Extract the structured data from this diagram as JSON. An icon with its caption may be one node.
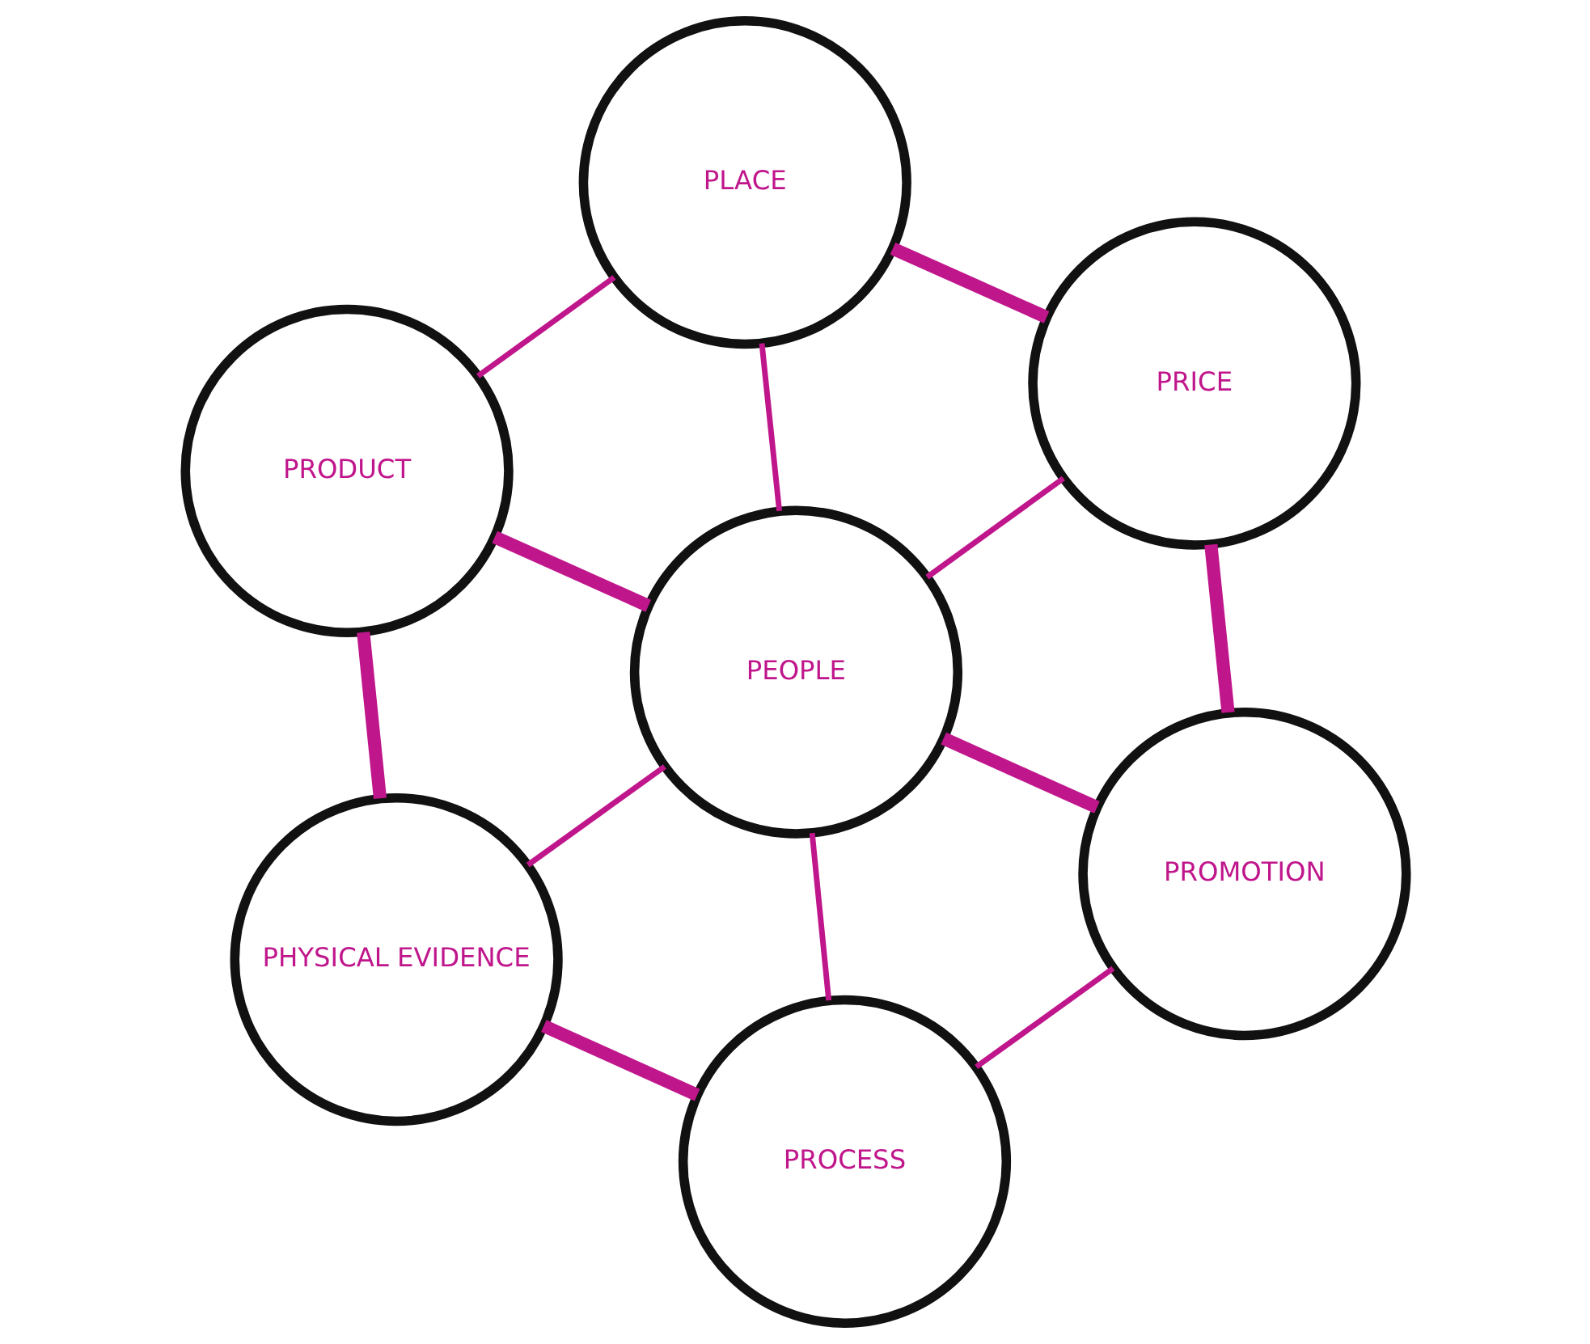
{
  "diagram": {
    "nodes": [
      {
        "text": [
          "PLACE"
        ]
      },
      {
        "text": [
          "PRICE"
        ]
      },
      {
        "text": [
          "PRODUCT"
        ]
      },
      {
        "text": [
          "PEOPLE"
        ]
      },
      {
        "text": [
          "PROMOTION"
        ]
      },
      {
        "text": [
          "PHYSICAL EVIDENCE"
        ]
      },
      {
        "text": [
          "PROCESS"
        ]
      }
    ],
    "edges": [
      {
        "from": 0,
        "to": 1,
        "arrow": "none",
        "style": "thick"
      },
      {
        "from": 1,
        "to": 4,
        "arrow": "none",
        "style": "thick"
      },
      {
        "from": 4,
        "to": 6,
        "arrow": "none"
      },
      {
        "from": 5,
        "to": 6,
        "arrow": "none",
        "style": "thick"
      },
      {
        "from": 2,
        "to": 5,
        "arrow": "none",
        "style": "thick"
      },
      {
        "from": 0,
        "to": 2,
        "arrow": "none"
      },
      {
        "from": 0,
        "to": 3,
        "arrow": "none"
      },
      {
        "from": 1,
        "to": 3,
        "arrow": "none"
      },
      {
        "from": 2,
        "to": 3,
        "arrow": "none",
        "style": "thick"
      },
      {
        "from": 3,
        "to": 4,
        "arrow": "none",
        "style": "thick"
      },
      {
        "from": 3,
        "to": 5,
        "arrow": "none"
      },
      {
        "from": 3,
        "to": 6,
        "arrow": "none"
      }
    ]
  }
}
